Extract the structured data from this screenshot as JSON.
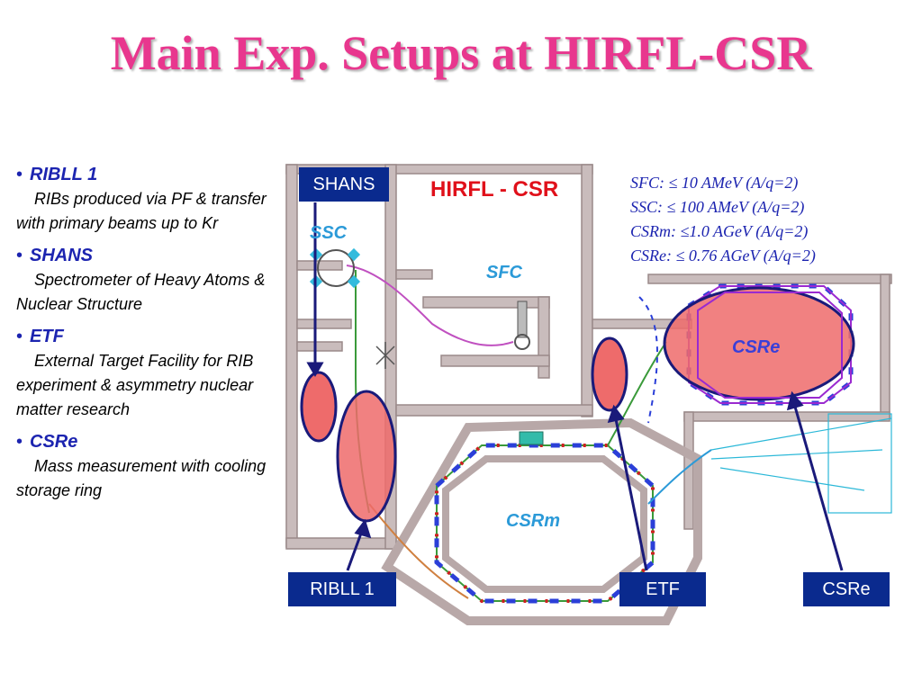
{
  "title": "Main Exp. Setups at HIRFL-CSR",
  "bullets": [
    {
      "name": "RIBLL 1",
      "desc": "RIBs produced via PF & transfer with primary beams up to Kr"
    },
    {
      "name": "SHANS",
      "desc": "Spectrometer of Heavy Atoms & Nuclear Structure"
    },
    {
      "name": "ETF",
      "desc": "External Target Facility for RIB experiment & asymmetry nuclear matter research"
    },
    {
      "name": "CSRe",
      "desc": "Mass measurement with cooling storage ring"
    }
  ],
  "energies": [
    "SFC:    ≤ 10   AMeV (A/q=2)",
    "SSC:     ≤ 100 AMeV (A/q=2)",
    "CSRm: ≤1.0   AGeV (A/q=2)",
    "CSRe:  ≤ 0.76 AGeV (A/q=2)"
  ],
  "diagram": {
    "facility_label": "HIRFL - CSR",
    "ssc_label": "SSC",
    "sfc_label": "SFC",
    "csrm_label": "CSRm",
    "csre_label": "CSRe",
    "box_shans": "SHANS",
    "box_ribll": "RIBLL 1",
    "box_etf": "ETF",
    "box_csre": "CSRe"
  },
  "colors": {
    "title": "#e8378e",
    "accent_blue": "#1c24b0",
    "box_bg": "#0a2a8e",
    "facility_red": "#e0101a",
    "highlight_fill": "#ee6b6b",
    "wall": "#b8a8a8"
  }
}
